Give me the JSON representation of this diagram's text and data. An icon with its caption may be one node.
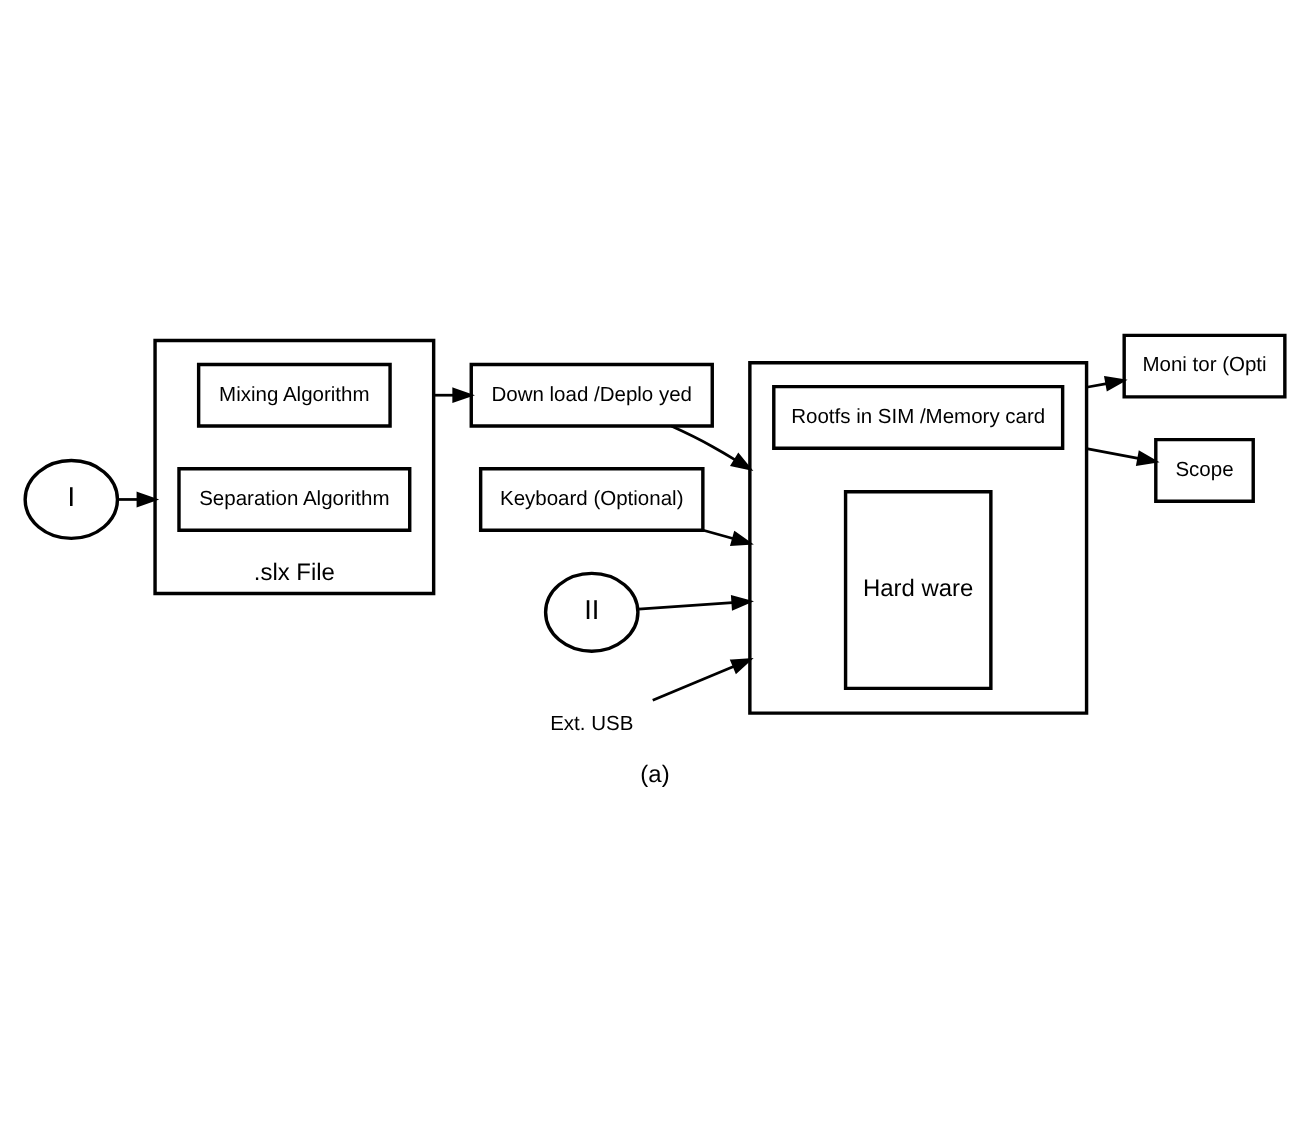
{
  "diagram": {
    "caption": "(a)",
    "nodes": [
      {
        "text": [
          "I"
        ]
      },
      {
        "text": [
          ".slx File"
        ]
      },
      {
        "text": [
          "Mixing Algorithm"
        ],
        "in": 1
      },
      {
        "text": [
          "Separation Algorithm"
        ],
        "in": 1
      },
      {
        "text": [
          "Down load /Deplo yed"
        ]
      },
      {
        "text": [
          "Keyboard (Optional)"
        ]
      },
      {
        "text": [],
        "shape": "box"
      },
      {
        "text": [
          "Rootfs in SIM /Memory card"
        ],
        "in": 6
      },
      {
        "text": [
          "Hard ware"
        ],
        "in": 6
      },
      {
        "text": [
          "II"
        ]
      },
      {
        "text": [
          "Moni tor (Opti"
        ]
      },
      {
        "text": [
          "Scope"
        ]
      },
      {
        "text": [
          "Ext. USB"
        ]
      }
    ],
    "edges": [
      {
        "from": 0,
        "to": 1,
        "arrow": "to"
      },
      {
        "from": 1,
        "to": 4,
        "arrow": "to"
      },
      {
        "from": 4,
        "to": 6,
        "arrow": "to"
      },
      {
        "from": 5,
        "to": 6,
        "arrow": "to"
      },
      {
        "from": 9,
        "to": 6,
        "arrow": "to"
      },
      {
        "from": 6,
        "to": 10,
        "arrow": "to"
      },
      {
        "from": 6,
        "to": 11,
        "arrow": "to"
      },
      {
        "from": 12,
        "to": 6,
        "arrow": "to"
      }
    ]
  }
}
